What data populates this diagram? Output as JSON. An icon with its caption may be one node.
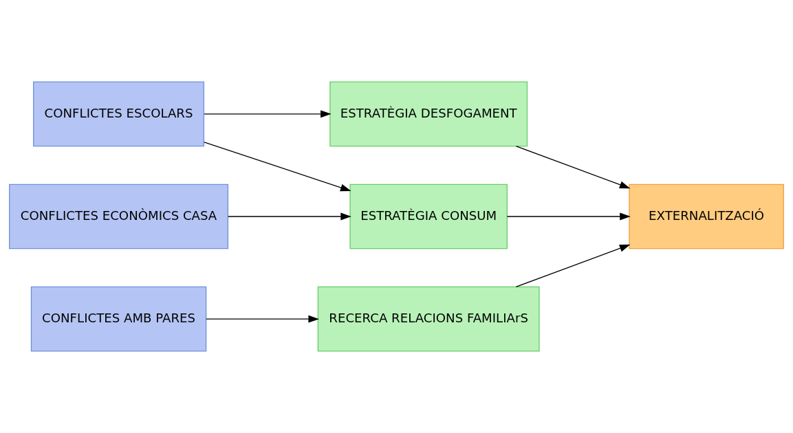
{
  "diagram": {
    "nodes": [
      {
        "text": [
          "CONFLICTES ESCOLARS"
        ]
      },
      {
        "text": [
          "ESTRATÈGIA DESFOGAMENT"
        ]
      },
      {
        "text": [
          "CONFLICTES ECONÒMICS CASA"
        ]
      },
      {
        "text": [
          "ESTRATÈGIA CONSUM"
        ]
      },
      {
        "text": [
          "EXTERNALITZACIÓ"
        ]
      },
      {
        "text": [
          "CONFLICTES AMB PARES"
        ]
      },
      {
        "text": [
          "RECERCA RELACIONS FAMILIArS"
        ]
      }
    ],
    "edges": [
      {
        "from": 0,
        "to": 1,
        "arrow": "to"
      },
      {
        "from": 0,
        "to": 3,
        "arrow": "to"
      },
      {
        "from": 2,
        "to": 3,
        "arrow": "to"
      },
      {
        "from": 1,
        "to": 4,
        "arrow": "to"
      },
      {
        "from": 3,
        "to": 4,
        "arrow": "to"
      },
      {
        "from": 5,
        "to": 6,
        "arrow": "to"
      },
      {
        "from": 6,
        "to": 4,
        "arrow": "to"
      }
    ]
  }
}
